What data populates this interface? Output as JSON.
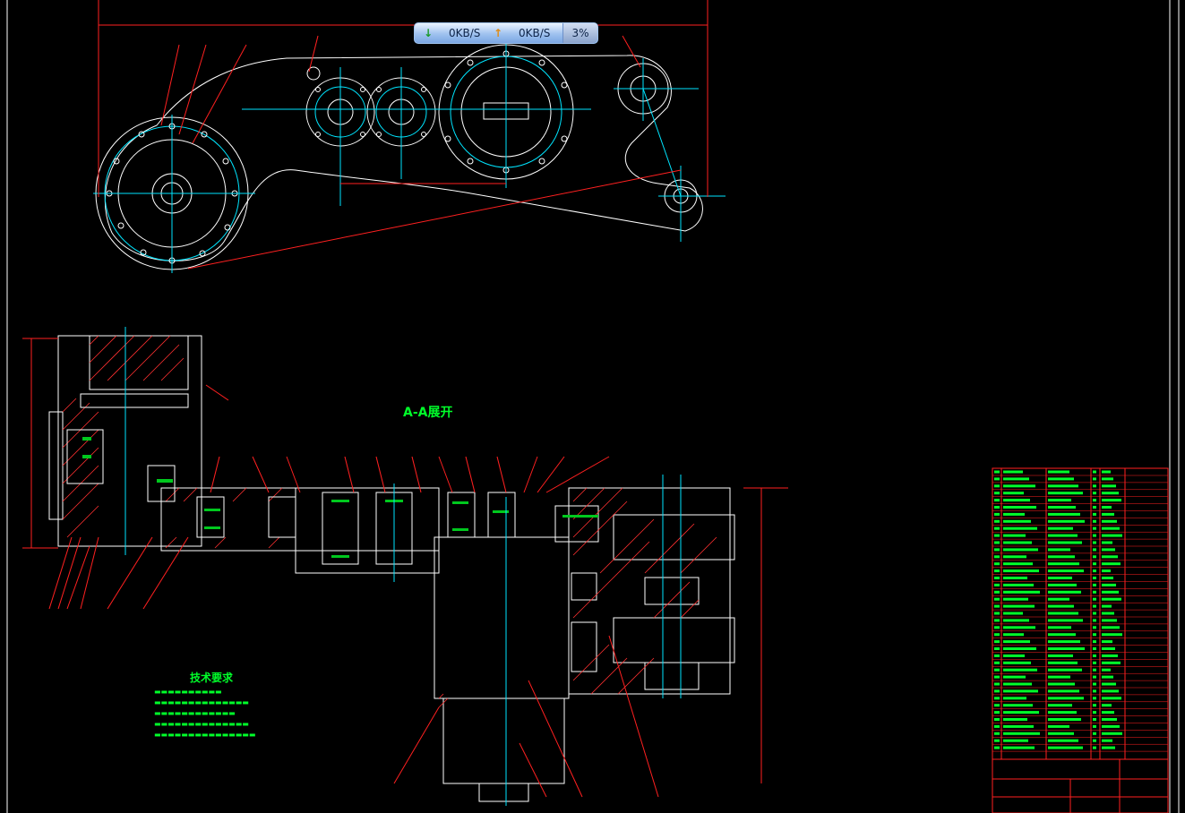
{
  "net_monitor": {
    "download_icon": "arrow-down-icon",
    "download_rate": "0KB/S",
    "upload_icon": "arrow-up-icon",
    "upload_rate": "0KB/S",
    "cpu_percent": "3%"
  },
  "drawing": {
    "section_title": "A-A展开",
    "tech_requirements_title": "技术要求",
    "colors": {
      "background": "#000000",
      "outline": "#ffffff",
      "centerline": "#00ffff",
      "leader": "#ff0000",
      "text": "#00ff2a",
      "hatch": "#ff3030",
      "table_frame": "#ff2020"
    }
  }
}
